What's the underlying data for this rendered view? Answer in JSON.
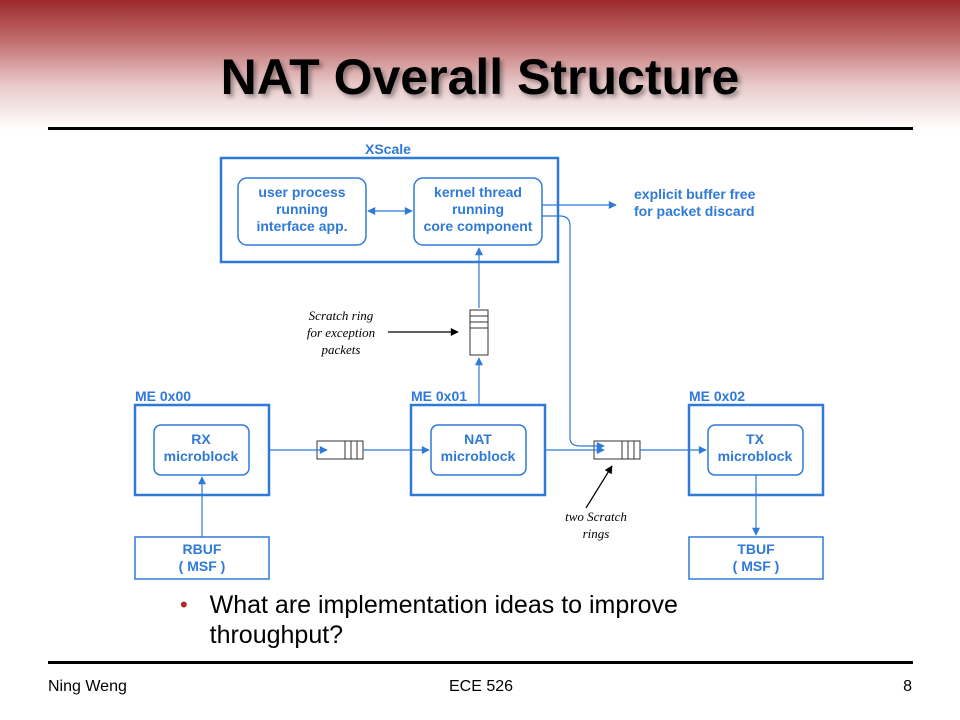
{
  "slide": {
    "title": "NAT Overall Structure",
    "bullet": "What are implementation ideas to improve throughput?",
    "footer_left": "Ning Weng",
    "footer_center": "ECE 526",
    "footer_right": "8"
  },
  "diagram": {
    "xscale": {
      "label": "XScale",
      "user_process": [
        "user process",
        "running",
        "interface app."
      ],
      "kernel_thread": [
        "kernel thread",
        "running",
        "core component"
      ]
    },
    "buffer_free": [
      "explicit buffer free",
      "for packet discard"
    ],
    "scratch_note": [
      "Scratch ring",
      "for exception",
      "packets"
    ],
    "two_rings_note": [
      "two Scratch",
      "rings"
    ],
    "me0": {
      "label": "ME 0x00",
      "inner": [
        "RX",
        "microblock"
      ]
    },
    "me1": {
      "label": "ME 0x01",
      "inner": [
        "NAT",
        "microblock"
      ]
    },
    "me2": {
      "label": "ME 0x02",
      "inner": [
        "TX",
        "microblock"
      ]
    },
    "rbuf": [
      "RBUF",
      "( MSF )"
    ],
    "tbuf": [
      "TBUF",
      "( MSF )"
    ],
    "colors": {
      "diagram_blue": "#2f7ad8",
      "title_bar": "#9c2a2d",
      "bullet": "#b22a2a"
    }
  }
}
